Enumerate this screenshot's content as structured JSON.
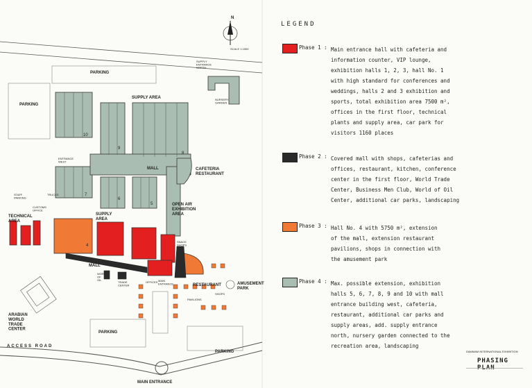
{
  "colors": {
    "phase1": "#e41f1f",
    "phase2": "#2a2a2a",
    "phase3": "#f07a35",
    "phase4": "#a9bdb2",
    "building": "#9fb5aa",
    "outline": "#333333"
  },
  "plan": {
    "scale_label": "SCALE 1:1500",
    "north_label": "N",
    "labels": {
      "parking_top": "PARKING",
      "parking_left": "PARKING",
      "supply_entrance_north": "SUPPLY\nENTRANCE\nNORTH",
      "nursery_garden": "NURSERY\nGARDEN",
      "supply_area_top": "SUPPLY AREA",
      "supply_area_mid": "SUPPLY\nAREA",
      "mall_center": "MALL",
      "cafeteria": "CAFETERIA\nRESTAURANT",
      "open_air": "OPEN AIR\nEXHIBITION\nAREA",
      "technical_area": "TECHNICAL\nAREA",
      "mall_lower": "MALL",
      "restaurant": "RESTAURANT",
      "amusement_park": "AMUSEMENT\nPARK",
      "arabian_wtc": "ARABIAN\nWORLD\nTRADE\nCENTER",
      "parking_bottom": "PARKING",
      "parking_bottom_right": "PARKING",
      "access_road": "ACCESS  ROAD",
      "main_entrance": "MAIN ENTRANCE",
      "entrance_west": "ENTRANCE\nWEST",
      "staff_parking": "STAFF\nPARKING",
      "customs_office": "CUSTOMS\nOFFICE",
      "trucks": "TRUCKS",
      "world_of_oil": "WORLD\nOF\nOIL",
      "trade_center": "TRADE\nCENTER",
      "offices": "OFFICES",
      "main_entrance_small": "MAIN\nENTRANCE",
      "pavilions": "PAVILIONS",
      "shops": "SHOPS",
      "snack": "SNACK\nSHOPS"
    },
    "hall_numbers": [
      "10",
      "9",
      "8",
      "7",
      "6",
      "5",
      "4"
    ]
  },
  "legend": {
    "title": "LEGEND",
    "phases": [
      {
        "label": "Phase 1 :",
        "color_key": "phase1",
        "text": "Main entrance hall with cafeteria and\ninformation counter, VIP lounge,\nexhibition halls 1, 2, 3, hall No. 1\nwith high standard for conferences and\nweddings, halls 2 and 3 exhibition and\nsports, total exhibition area 7500 m²,\noffices in the first floor, technical\nplants and supply area, car park for\nvisitors 1160 places"
      },
      {
        "label": "Phase 2 :",
        "color_key": "phase2",
        "text": "Covered mall with shops, cafeterias and\noffices, restaurant, kitchen, conference\ncenter in the first floor, World Trade\nCenter, Business Men Club, World of Oil\nCenter, additional car parks, landscaping"
      },
      {
        "label": "Phase 3 :",
        "color_key": "phase3",
        "text": "Hall No. 4 with 5750 m², extension\nof the mall, extension restaurant\npavilions, shops in connection with\nthe amusement park"
      },
      {
        "label": "Phase 4 :",
        "color_key": "phase4",
        "text": "Max. possible extension, exhibition\nhalls 5, 6, 7, 8, 9 and 10 with mall\nentrance building west, cafeteria,\nrestaurant, additional car parks and\nsupply areas, add. supply entrance\nnorth, nursery garden connected to the\nrecreation area, landscaping"
      }
    ]
  },
  "title_block": {
    "small": "DAMMAM INTERNATIONAL EXHIBITION",
    "title": "PHASING PLAN"
  }
}
